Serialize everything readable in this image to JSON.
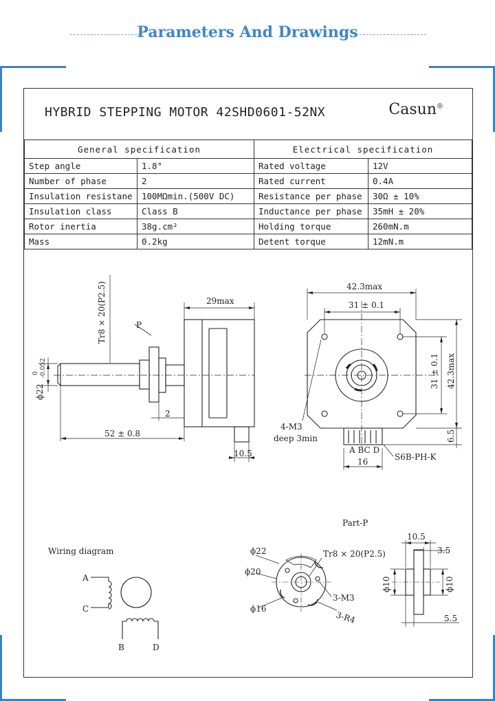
{
  "header": {
    "title": "Parameters And Drawings",
    "accent_color": "#3b82c4"
  },
  "sheet": {
    "title": "HYBRID STEPPING MOTOR  42SHD0601-52NX",
    "brand": "Casun",
    "brand_mark": "®"
  },
  "spec": {
    "general_header": "General  specification",
    "electrical_header": "Electrical  specification",
    "rows": [
      {
        "g_label": "Step angle",
        "g_value": "1.8°",
        "e_label": "Rated voltage",
        "e_value": "12V"
      },
      {
        "g_label": "Number of phase",
        "g_value": "2",
        "e_label": "Rated current",
        "e_value": "0.4A"
      },
      {
        "g_label": "Insulation resistane",
        "g_value": "100MΩmin.(500V DC)",
        "e_label": "Resistance per phase",
        "e_value": "30Ω ± 10%"
      },
      {
        "g_label": "Insulation class",
        "g_value": "Class B",
        "e_label": "Inductance per phase",
        "e_value": "35mH ± 20%"
      },
      {
        "g_label": "Rotor inertia",
        "g_value": "38g.cm²",
        "e_label": "Holding torque",
        "e_value": "260mN.m"
      },
      {
        "g_label": "Mass",
        "g_value": "0.2kg",
        "e_label": "Detent torque",
        "e_value": "12mN.m"
      }
    ]
  },
  "drawing": {
    "side_view": {
      "thread": "Tr8 × 20(P2.5)",
      "part_label": "P",
      "dia_main": "ϕ22",
      "dia_tol_upper": "0",
      "dia_tol_lower": "-0.052",
      "body_length": "29max",
      "gap": "2",
      "shaft_length": "52 ± 0.8",
      "connector_length": "10.5"
    },
    "front_view": {
      "width": "42.3max",
      "hole_spacing": "31 ± 0.1",
      "hole_spacing_v": "31 ± 0.1",
      "height": "42.3max",
      "screw": "4-M3",
      "screw_depth": "deep 3min",
      "connector_offset": "6.5",
      "pins": "A BC D",
      "connector_width": "16",
      "connector": "S6B-PH-K"
    },
    "part_p": {
      "title": "Part-P",
      "dia_22": "ϕ22",
      "dia_20": "ϕ20",
      "dia_16": "ϕ16",
      "thread": "Tr8 × 20(P2.5)",
      "holes": "3-M3",
      "radius": "3-R4",
      "len_total": "10.5",
      "len_flange": "3.5",
      "dia_10a": "ϕ10",
      "dia_10b": "ϕ10",
      "len_hub": "5.5"
    },
    "wiring": {
      "title": "Wiring diagram",
      "a": "A",
      "c": "C",
      "b": "B",
      "d": "D"
    }
  }
}
